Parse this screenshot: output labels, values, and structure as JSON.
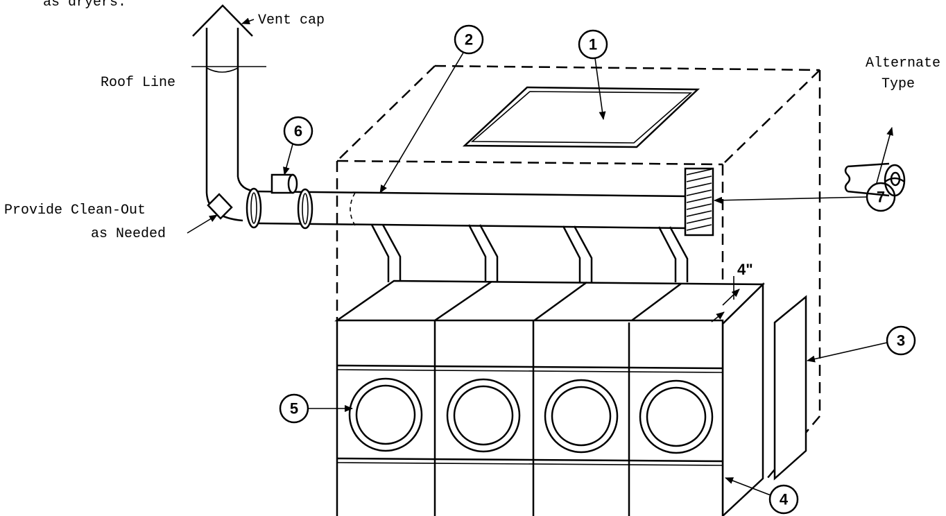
{
  "labels": {
    "top_partial": "as dryers.",
    "vent_cap": "Vent cap",
    "roof_line": "Roof Line",
    "clean_out_1": "Provide Clean-Out",
    "clean_out_2": "as Needed",
    "alternate_1": "Alternate",
    "alternate_2": "Type",
    "clearance": "4\""
  },
  "callouts": [
    "1",
    "2",
    "3",
    "4",
    "5",
    "6",
    "7"
  ]
}
